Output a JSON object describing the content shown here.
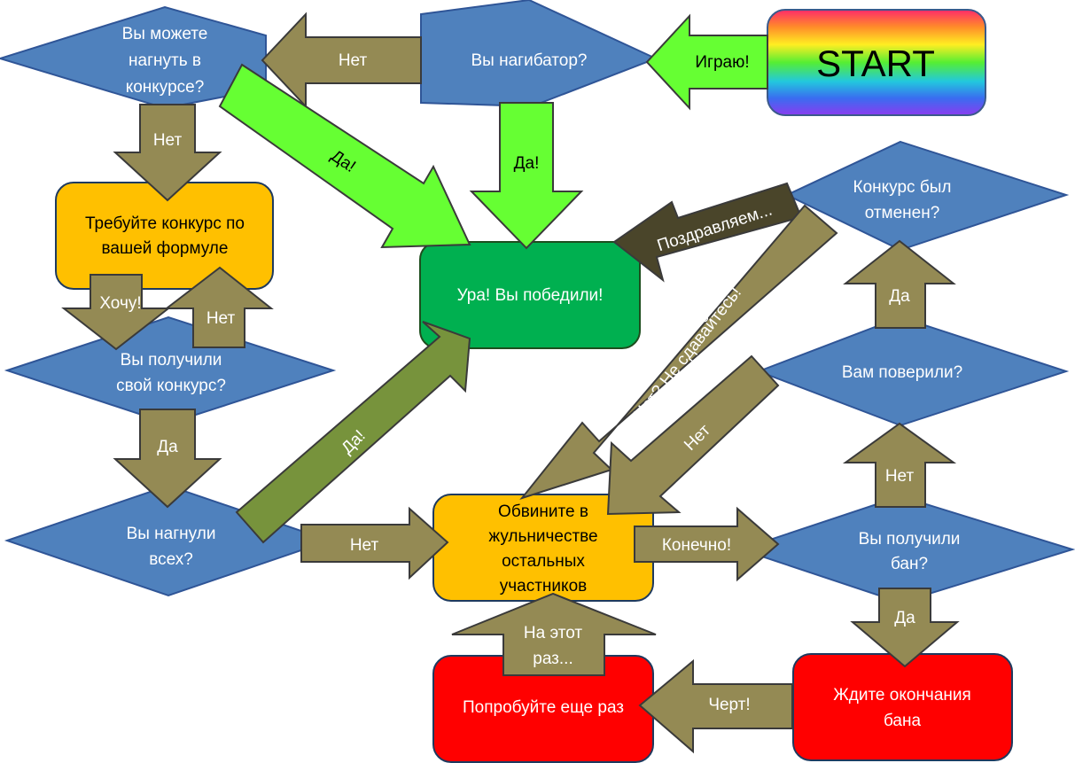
{
  "colors": {
    "decision": "#4f81bd",
    "win": "#00b050",
    "action": "#ffc000",
    "fail": "#ff0000",
    "arrow_green": "#66ff33",
    "arrow_olive": "#948a54",
    "arrow_dark": "#4a452a",
    "arrow_moss": "#77933c"
  },
  "start": {
    "label": "START"
  },
  "decisions": {
    "nagibator": [
      "Вы нагибатор?"
    ],
    "contest": [
      "Вы можете",
      "нагнуть в",
      "конкурсе?"
    ],
    "got_contest": [
      "Вы получили",
      "свой конкурс?"
    ],
    "bent_all": [
      "Вы нагнули",
      "всех?"
    ],
    "cancelled": [
      "Конкурс был",
      "отменен?"
    ],
    "believed": [
      "Вам поверили?"
    ],
    "banned": [
      "Вы получили",
      "бан?"
    ]
  },
  "boxes": {
    "win": [
      "Ура! Вы победили!"
    ],
    "demand": [
      "Требуйте конкурс по",
      "вашей формуле"
    ],
    "accuse": [
      "Обвините в",
      "жульничестве",
      "остальных",
      "участников"
    ],
    "try_again": [
      "Попробуйте еще раз"
    ],
    "wait_ban": [
      "Ждите окончания",
      "бана"
    ]
  },
  "arrows": {
    "play": "Играю!",
    "nagibator_no": "Нет",
    "nagibator_yes": "Да!",
    "contest_yes": "Да!",
    "contest_no": "Нет",
    "want": "Хочу!",
    "got_no": "Нет",
    "got_yes": "Да",
    "bent_yes": "Да!",
    "bent_no": "Нет",
    "congrats": "Поздравляем...",
    "dont_give_up": "Нет? Не сдавайтесь!",
    "believed_no": "Нет",
    "believed_yes": "Да",
    "of_course": "Конечно!",
    "banned_no": "Нет",
    "banned_yes": "Да",
    "damn": "Черт!",
    "this_time": [
      "На этот",
      "раз..."
    ]
  }
}
